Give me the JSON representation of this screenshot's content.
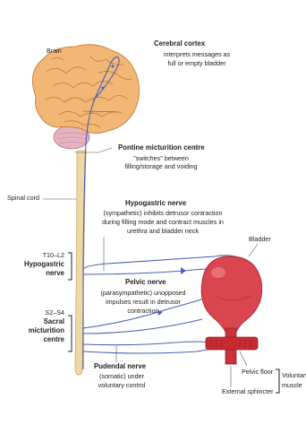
{
  "labels": {
    "brain": "Brain",
    "cortex_title": "Cerebral cortex",
    "cortex_desc_1": "interprets messages as",
    "cortex_desc_2": "full or empty bladder",
    "pontine_title": "Pontine micturition centre",
    "pontine_desc_1": "\"switches\" between",
    "pontine_desc_2": "filling/storage and voiding",
    "spinal_cord": "Spinal cord",
    "hypo_title": "Hypogastric nerve",
    "hypo_desc_1": "(sympathetic) inhibits detrusor contraction",
    "hypo_desc_2": "during filling mode and contract muscles in",
    "hypo_desc_3": "urethra and bladder neck",
    "t10_l2": "T10–L2",
    "hypo_left_1": "Hypogastric",
    "hypo_left_2": "nerve",
    "bladder": "Bladder",
    "pelvic_title": "Pelvic nerve",
    "pelvic_desc_1": "(parasympathetic) unopposed",
    "pelvic_desc_2": "impulses result in detrusor",
    "pelvic_desc_3": "contraction",
    "s2_s4": "S2–S4",
    "sacral_1": "Sacral",
    "sacral_2": "micturition",
    "sacral_3": "centre",
    "pudendal_title": "Pudendal nerve",
    "pudendal_desc_1": "(somatic) under",
    "pudendal_desc_2": "voluntary control",
    "pelvic_floor": "Pelvic floor",
    "external_sphincter": "External sphincter",
    "voluntary_1": "Voluntary",
    "voluntary_2": "muscle"
  },
  "colors": {
    "brain": "#f2b774",
    "brain_shadow": "#c9823f",
    "cerebellum": "#e7b3c0",
    "cord": "#efd9a3",
    "nerve": "#4a5fb8",
    "bladder": "#d9464f",
    "sphincter": "#c82a33"
  }
}
